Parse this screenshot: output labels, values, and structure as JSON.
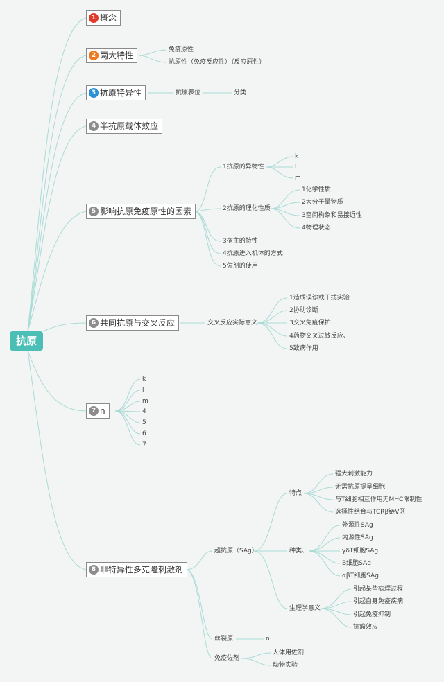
{
  "root": "抗原",
  "colors": {
    "accent": "#4bbfb5",
    "line": "#a8dbd6",
    "red": "#e03b2a",
    "orange": "#f07a1b",
    "blue": "#2a91d6",
    "gray": "#8c8c8c"
  },
  "topics": [
    {
      "num": "1",
      "label": "概念"
    },
    {
      "num": "2",
      "label": "两大特性"
    },
    {
      "num": "3",
      "label": "抗原特异性"
    },
    {
      "num": "4",
      "label": "半抗原载体效应"
    },
    {
      "num": "5",
      "label": "影响抗原免疫原性的因素"
    },
    {
      "num": "6",
      "label": "共同抗原与交叉反应"
    },
    {
      "num": "7",
      "label": "n"
    },
    {
      "num": "8",
      "label": "非特异性多克隆刺激剂"
    }
  ],
  "t2": {
    "a": "免疫原性",
    "b": "抗原性（免疫反应性）（反应原性）"
  },
  "t3": {
    "a": "抗原表位",
    "b": "分类"
  },
  "t5": {
    "a": "1抗原的异物性",
    "a1": "k",
    "a2": "l",
    "a3": "m",
    "b": "2抗原的理化性质",
    "b1": "1化学性质",
    "b2": "2大分子量物质",
    "b3": "3空间构象和易接近性",
    "b4": "4物理状态",
    "c": "3宿主的特性",
    "d": "4抗原进入机体的方式",
    "e": "5佐剂的使用"
  },
  "t6": {
    "a": "交叉反应实际意义",
    "a1": "1造成误诊或干扰实验",
    "a2": "2协助诊断",
    "a3": "3交叉免疫保护",
    "a4": "4药物交叉过敏反应、",
    "a5": "5致病作用"
  },
  "t7": {
    "c1": "k",
    "c2": "l",
    "c3": "m",
    "c4": "4",
    "c5": "5",
    "c6": "6",
    "c7": "7"
  },
  "t8": {
    "sag": "超抗原（SAg）",
    "f": "特点",
    "f1": "强大刺激能力",
    "f2": "无需抗原提呈细胞",
    "f3": "与T细胞相互作用无MHC限制性",
    "f4": "选择性结合与TCRβ链V区",
    "k": "种类、",
    "k1": "外源性SAg",
    "k2": "内源性SAg",
    "k3": "γδT细胞SAg",
    "k4": "B细胞SAg",
    "k5": "αβT细胞SAg",
    "p": "生理学意义",
    "p1": "引起某些病理过程",
    "p2": "引起自身免疫疾病",
    "p3": "引起免疫抑制",
    "p4": "抗瘤效应",
    "m": "丝裂原",
    "m1": "n",
    "a": "免疫佐剂",
    "a1": "人体用佐剂",
    "a2": "动物实验"
  }
}
